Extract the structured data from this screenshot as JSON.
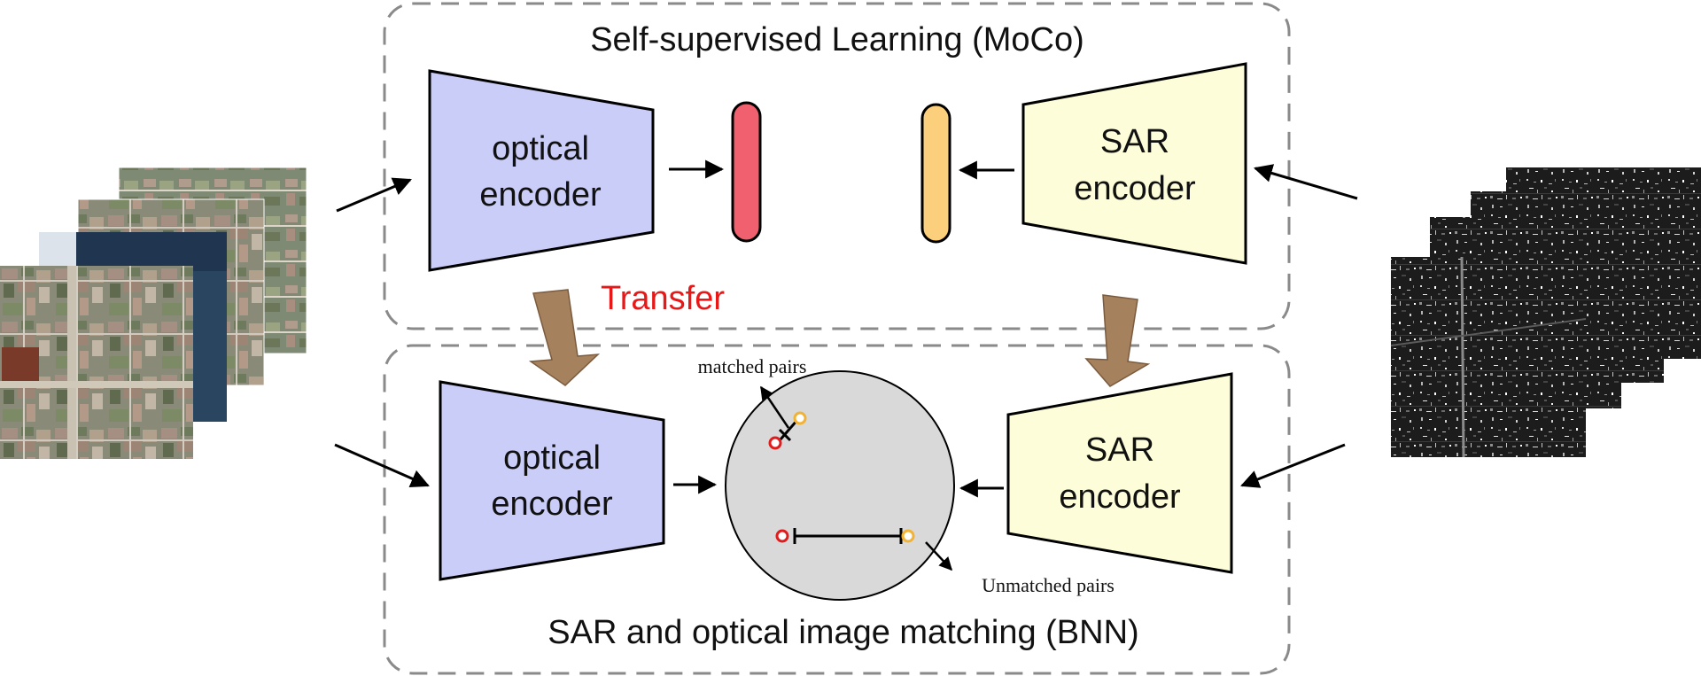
{
  "top_panel": {
    "title": "Self-supervised Learning (MoCo)"
  },
  "bottom_panel": {
    "title": "SAR and optical image matching (BNN)"
  },
  "transfer_label": "Transfer",
  "encoders": {
    "optical_top": [
      "optical",
      "encoder"
    ],
    "sar_top": [
      "SAR",
      "encoder"
    ],
    "optical_bottom": [
      "optical",
      "encoder"
    ],
    "sar_bottom": [
      "SAR",
      "encoder"
    ]
  },
  "embedding_labels": {
    "matched": "matched pairs",
    "unmatched": "Unmatched pairs"
  },
  "colors": {
    "optical_encoder": "#c9cdf7",
    "sar_encoder": "#fdfdd9",
    "optical_feature": "#f0606e",
    "sar_feature": "#fccf7c",
    "transfer_arrow": "#a5815e",
    "transfer_text": "#e81818",
    "panel_border": "#8a8a8a",
    "embedding_space": "#d9d9d9",
    "optical_point": "#e01c1c",
    "sar_point": "#f2b233"
  },
  "icons": {
    "optical_images": "optical-satellite-image-stack",
    "sar_images": "sar-image-stack"
  }
}
